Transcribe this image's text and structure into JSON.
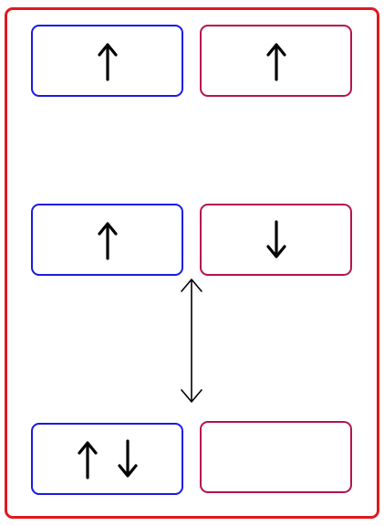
{
  "colors": {
    "outer_frame": "#e0191e",
    "left_boxes": "#1a1ae6",
    "right_boxes": "#b5124f",
    "arrows": "#000000"
  },
  "rows": [
    {
      "left": {
        "arrows": [
          "up"
        ]
      },
      "right": {
        "arrows": [
          "up"
        ]
      }
    },
    {
      "left": {
        "arrows": [
          "up"
        ]
      },
      "right": {
        "arrows": [
          "down"
        ]
      }
    },
    {
      "left": {
        "arrows": [
          "up",
          "down"
        ]
      },
      "right": {
        "arrows": []
      }
    }
  ],
  "connector": {
    "from_row": 2,
    "to_row": 3,
    "type": "double-headed-arrow"
  }
}
